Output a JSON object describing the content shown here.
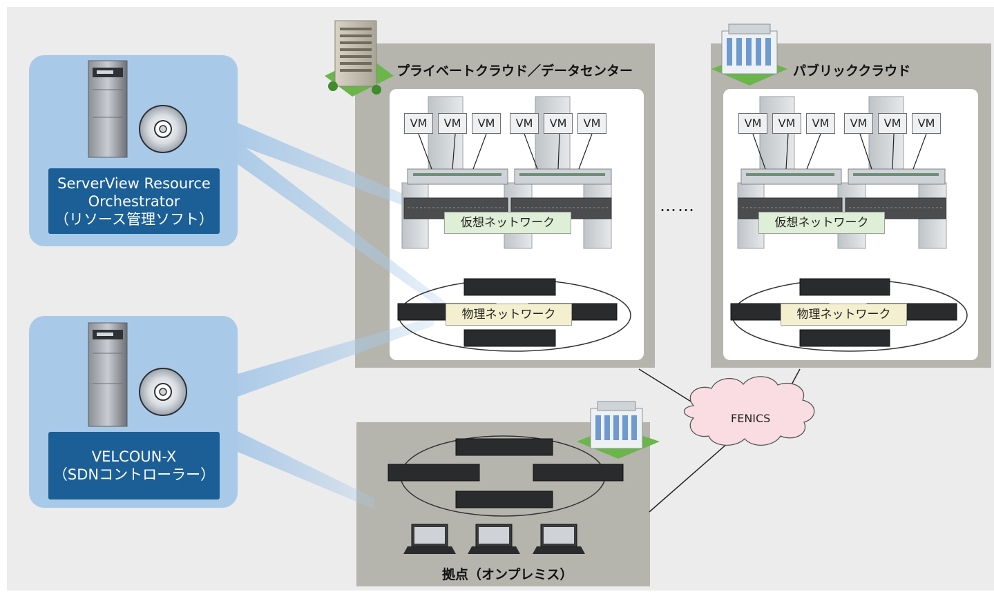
{
  "management": {
    "ror_label": [
      "ServerView Resource",
      "Orchestrator",
      "（リソース管理ソフト）"
    ],
    "sdn_label": [
      "VELCOUN-X",
      "（SDNコントローラー）"
    ]
  },
  "regions": {
    "private_cloud": "プライベートクラウド／データセンター",
    "public_cloud": "パブリッククラウド",
    "onpremise": "拠点（オンプレミス）"
  },
  "networks": {
    "virtual": "仮想ネットワーク",
    "physical": "物理ネットワーク"
  },
  "vm_label": "VM",
  "ellipsis": "……",
  "wan": "FENICS",
  "colors": {
    "background": "#ececec",
    "mgr_panel": "#a9c9e8",
    "mgr_label": "#1b5f96",
    "region": "#b5b5ad",
    "inner_panel": "#ffffff",
    "virtual_network": "#dfeed6",
    "physical_network": "#f3efcf",
    "cloud": "#f9dde2"
  }
}
